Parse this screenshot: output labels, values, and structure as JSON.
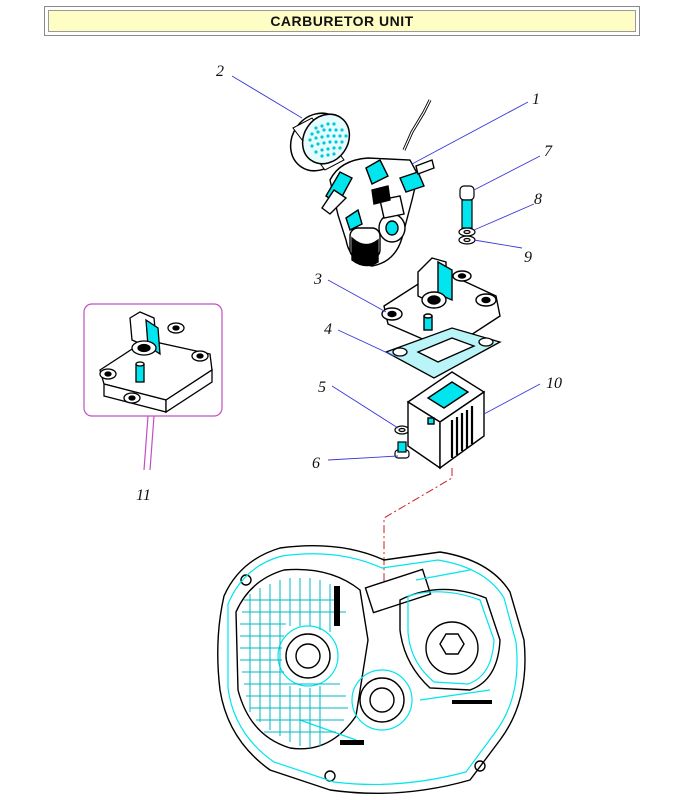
{
  "title": "CARBURETOR UNIT",
  "parts": [
    {
      "number": "1",
      "icon": "carburetor-icon"
    },
    {
      "number": "2",
      "icon": "air-filter-icon"
    },
    {
      "number": "3",
      "icon": "intake-manifold-icon"
    },
    {
      "number": "4",
      "icon": "gasket-icon"
    },
    {
      "number": "5",
      "icon": "washer-icon"
    },
    {
      "number": "6",
      "icon": "screw-icon"
    },
    {
      "number": "7",
      "icon": "bolt-icon"
    },
    {
      "number": "8",
      "icon": "washer-icon"
    },
    {
      "number": "9",
      "icon": "spring-washer-icon"
    },
    {
      "number": "10",
      "icon": "reed-valve-icon"
    },
    {
      "number": "11",
      "icon": "manifold-assembly-icon"
    }
  ],
  "colors": {
    "leader_line": "#3a3ad8",
    "detail_frame": "#c24fc2",
    "cyan_highlight": "#00e5ee",
    "title_fill": "#fdfdc4",
    "centerline": "#c81e1e"
  }
}
